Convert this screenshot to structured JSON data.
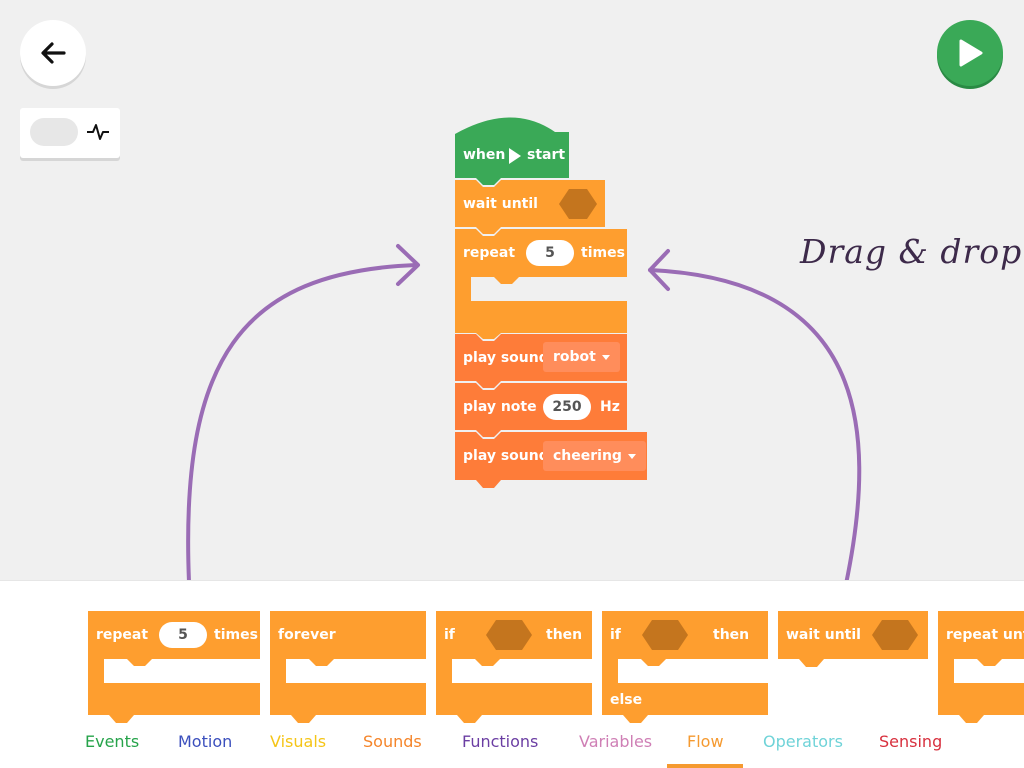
{
  "colors": {
    "background": "#f0f0f0",
    "event_green": "#3aa957",
    "flow_orange": "#fe9e2f",
    "sound_orange": "#fe7c39",
    "arrow_purple": "#9a6cb5",
    "hint_ink": "#3d2a4a"
  },
  "toolbar": {
    "back_icon": "arrow-left-icon",
    "run_icon": "play-icon",
    "sensor_icon": "pulse-icon"
  },
  "canvas": {
    "hint_text": "Drag & drop",
    "script": {
      "event_block": {
        "when": "when",
        "start": "start"
      },
      "wait_until": {
        "label": "wait until"
      },
      "repeat": {
        "label": "repeat",
        "value": "5",
        "suffix": "times"
      },
      "play_sound_1": {
        "label": "play sound",
        "value": "robot"
      },
      "play_note": {
        "label": "play note",
        "value": "250",
        "unit": "Hz"
      },
      "play_sound_2": {
        "label": "play sound",
        "value": "cheering"
      }
    }
  },
  "palette": {
    "blocks": {
      "repeat": {
        "label": "repeat",
        "value": "5",
        "suffix": "times"
      },
      "forever": {
        "label": "forever"
      },
      "if_then": {
        "if": "if",
        "then": "then"
      },
      "if_then_else": {
        "if": "if",
        "then": "then",
        "else": "else"
      },
      "wait_until": {
        "label": "wait until"
      },
      "repeat_until": {
        "label": "repeat until"
      }
    },
    "tabs": [
      {
        "label": "Events",
        "color": "#26a34a"
      },
      {
        "label": "Motion",
        "color": "#3b4fbd"
      },
      {
        "label": "Visuals",
        "color": "#f5c518"
      },
      {
        "label": "Sounds",
        "color": "#f5852a"
      },
      {
        "label": "Functions",
        "color": "#6b3ea3"
      },
      {
        "label": "Variables",
        "color": "#cf7fb5"
      },
      {
        "label": "Flow",
        "color": "#f59a30"
      },
      {
        "label": "Operators",
        "color": "#6fd3d8"
      },
      {
        "label": "Sensing",
        "color": "#d8303e"
      }
    ],
    "selected_tab": "Flow"
  }
}
